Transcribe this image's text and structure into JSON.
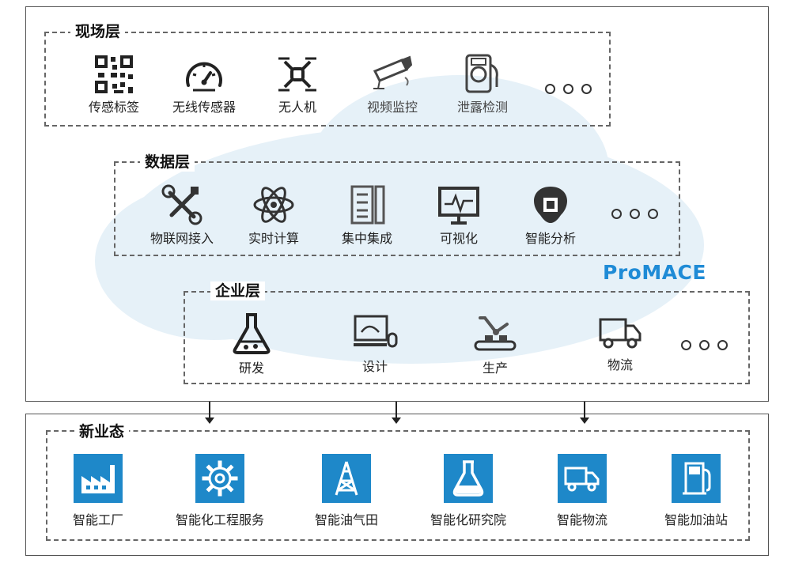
{
  "field_layer": {
    "title": "现场层",
    "items": [
      {
        "label": "传感标签",
        "icon": "qr-code-icon"
      },
      {
        "label": "无线传感器",
        "icon": "gauge-icon"
      },
      {
        "label": "无人机",
        "icon": "drone-icon"
      },
      {
        "label": "视频监控",
        "icon": "camera-icon"
      },
      {
        "label": "泄露检测",
        "icon": "leak-detector-icon"
      }
    ]
  },
  "data_layer": {
    "title": "数据层",
    "items": [
      {
        "label": "物联网接入",
        "icon": "tools-icon"
      },
      {
        "label": "实时计算",
        "icon": "atom-icon"
      },
      {
        "label": "集中集成",
        "icon": "integration-icon"
      },
      {
        "label": "可视化",
        "icon": "monitor-icon"
      },
      {
        "label": "智能分析",
        "icon": "brain-icon"
      }
    ]
  },
  "enterprise_layer": {
    "title": "企业层",
    "items": [
      {
        "label": "研发",
        "icon": "flask-icon"
      },
      {
        "label": "设计",
        "icon": "design-screen-icon"
      },
      {
        "label": "生产",
        "icon": "robot-arm-icon"
      },
      {
        "label": "物流",
        "icon": "truck-icon"
      }
    ]
  },
  "brand": "ProMACE",
  "new_business": {
    "title": "新业态",
    "items": [
      {
        "label": "智能工厂",
        "icon": "factory-icon"
      },
      {
        "label": "智能化工程服务",
        "icon": "gear-icon"
      },
      {
        "label": "智能油气田",
        "icon": "oil-derrick-icon"
      },
      {
        "label": "智能化研究院",
        "icon": "flask-icon"
      },
      {
        "label": "智能物流",
        "icon": "truck-icon"
      },
      {
        "label": "智能加油站",
        "icon": "fuel-pump-icon"
      }
    ]
  },
  "colors": {
    "accent": "#1e88c9",
    "brand_text": "#1f8bd6",
    "cloud": "#e6f1f8"
  }
}
